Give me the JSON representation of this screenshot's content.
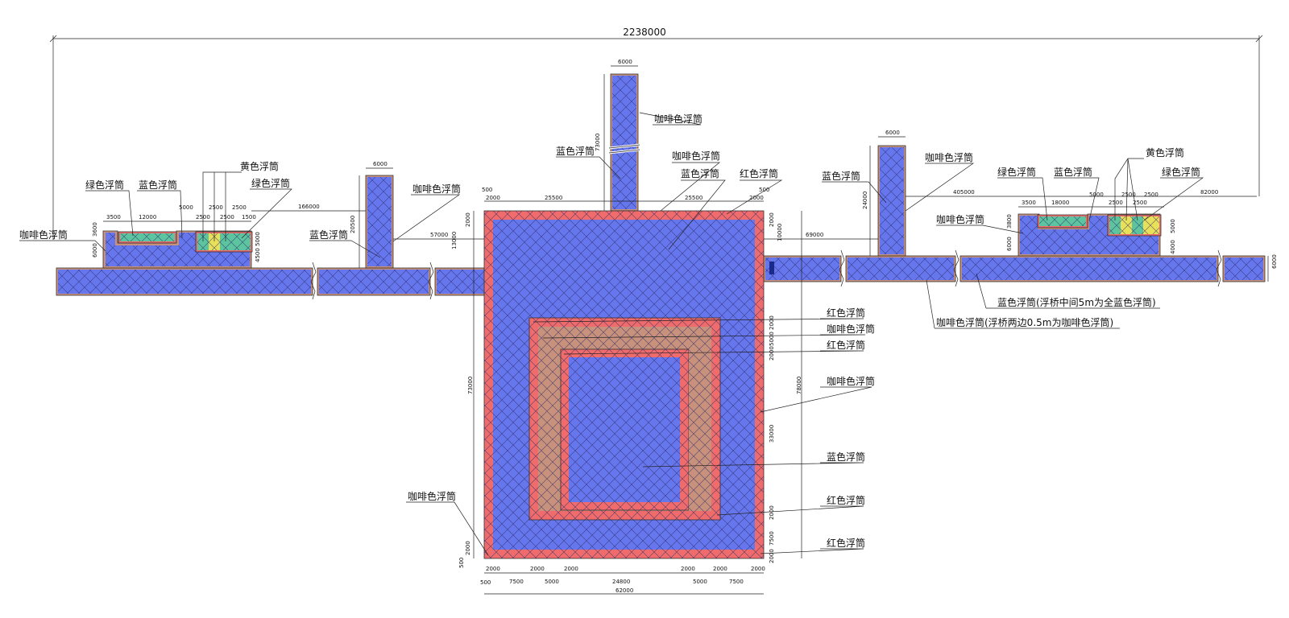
{
  "overall_dimension": "2238000",
  "colors": {
    "blue": "#6677ee",
    "brown": "#c8917c",
    "red": "#f06b6b",
    "green": "#5dc4a0",
    "yellow": "#e8e05a",
    "hatch": "#2a2a6a"
  },
  "labels": {
    "coffee": "咖啡色浮筒",
    "blue": "蓝色浮筒",
    "red": "红色浮筒",
    "green": "绿色浮筒",
    "yellow": "黄色浮筒",
    "bridge_blue_note": "蓝色浮筒(浮桥中间5m为全蓝色浮筒)",
    "bridge_coffee_note": "咖啡色浮筒(浮桥两边0.5m为咖啡色浮筒)"
  },
  "dims": {
    "d6000": "6000",
    "d62000": "62000",
    "d3500": "3500",
    "d12000": "12000",
    "d18000": "18000",
    "d5000": "5000",
    "d2500": "2500",
    "d166000": "166000",
    "d405000": "405000",
    "d82000": "82000",
    "d20500": "20500",
    "d24000": "24000",
    "d57000": "57000",
    "d69000": "69000",
    "d13000": "13000",
    "d10000": "10000",
    "d2000": "2000",
    "d25500": "25500",
    "d500": "500",
    "d4000": "4000",
    "d4500": "4500",
    "d3600": "3600",
    "d3800": "3800",
    "d1500": "1500",
    "d7500": "7500",
    "d24800": "24800",
    "d73000": "73000",
    "d78000": "78000",
    "d33000": "33000",
    "d62000b": "62000"
  }
}
